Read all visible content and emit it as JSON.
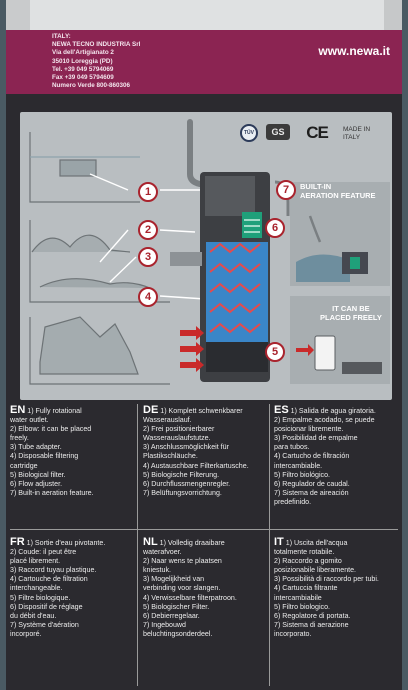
{
  "company": {
    "lines": [
      "ITALY:",
      "NEWA TECNO INDUSTRIA Srl",
      "Via dell'Artigianato 2",
      "35010 Loreggia (PD)",
      "Tel. +39 049 5794069",
      "Fax +39 049 5794609",
      "Numero Verde 800-860306"
    ]
  },
  "website": "www.newa.it",
  "certifications": {
    "tuv": "TÜV",
    "gs": "GS",
    "ce": "CE",
    "made_in": [
      "MADE IN",
      "ITALY"
    ]
  },
  "diagram": {
    "callouts": [
      "1",
      "2",
      "3",
      "4",
      "5",
      "6",
      "7"
    ],
    "feature_aeration": [
      "BUILT-IN",
      "AERATION FEATURE"
    ],
    "feature_placed": [
      "IT CAN BE",
      "PLACED FREELY"
    ]
  },
  "colors": {
    "header": "#8b2452",
    "box": "#2b2a2f",
    "panel": "#b9bec1",
    "callout_red": "#a9232d",
    "filter_blue": "#3a86c8",
    "filter_green": "#1fa07a"
  },
  "languages": [
    {
      "code": "EN",
      "items": [
        "1) Fully rotational",
        "water outlet.",
        "2) Elbow: it can be placed",
        "freely.",
        "3) Tube adapter.",
        "4) Disposable filtering",
        "cartridge",
        "5) Biological filter.",
        "6) Flow adjuster.",
        "7) Built-in aeration feature."
      ]
    },
    {
      "code": "DE",
      "items": [
        "1) Komplett schwenkbarer",
        "Wasserauslauf.",
        "2) Frei positionierbarer",
        "Wasserauslaufstutze.",
        "3) Anschlussmöglichkeit für",
        "Plastikschläuche.",
        "4) Austauschbare Filterkartusche.",
        "5) Biologische Filterung.",
        "6) Durchflussmengenregler.",
        "7) Belüftungsvorrichtung."
      ]
    },
    {
      "code": "ES",
      "items": [
        "1) Salida de agua giratoria.",
        "2) Empalme acodado, se puede",
        "posicionar libremente.",
        "3) Posibilidad de empalme",
        "para tubos.",
        "4) Cartucho de filtración",
        "intercambiable.",
        "5) Filtro biológico.",
        "6) Regulador de caudal.",
        "7) Sistema de aireación",
        "predefinido."
      ]
    },
    {
      "code": "FR",
      "items": [
        "1) Sortie d'eau pivotante.",
        "2) Coude: il peut être",
        "placé librement.",
        "3) Raccord tuyau plastique.",
        "4) Cartouche de filtration",
        "interchangeable.",
        "5) Filtre biologique.",
        "6) Dispositif de réglage",
        "du débit d'eau.",
        "7) Système d'aération",
        "incorporé."
      ]
    },
    {
      "code": "NL",
      "items": [
        "1) Volledig draaibare",
        "waterafvoer.",
        "2) Naar wens te plaatsen",
        "kniestuk.",
        "3) Mogelijkheid van",
        "verbinding voor slangen.",
        "4) Verwisselbare filterpatroon.",
        "5) Biologischer Filter.",
        "6) Debierregelaar.",
        "7) Ingebouwd",
        "beluchtingsonderdeel."
      ]
    },
    {
      "code": "IT",
      "items": [
        "1) Uscita dell'acqua",
        "totalmente rotabile.",
        "2) Raccordo a gomito",
        "posizionabile liberamente.",
        "3) Possibilità di raccordo per tubi.",
        "4) Cartuccia filtrante",
        "intercambiabile",
        "5) Filtro biologico.",
        "6) Regolatore di portata.",
        "7) Sistema di aerazione",
        "incorporato."
      ]
    }
  ]
}
